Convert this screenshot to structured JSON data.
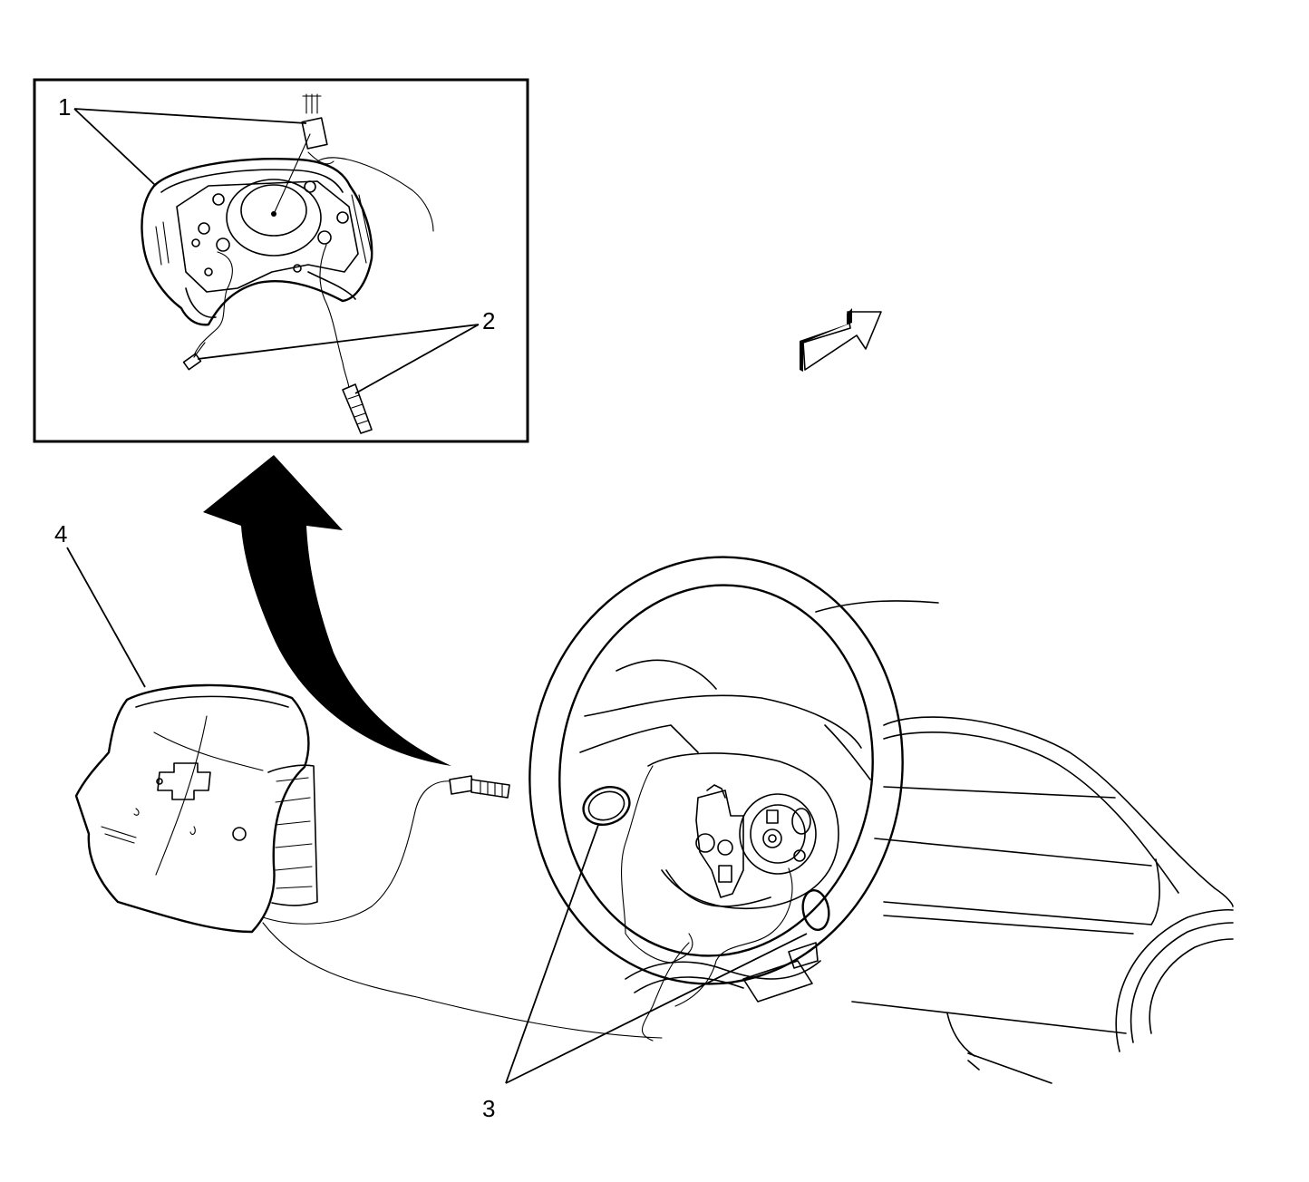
{
  "callouts": {
    "c1": "1",
    "c2": "2",
    "c3": "3",
    "c4": "4"
  },
  "colors": {
    "ink": "#000000",
    "background": "#ffffff"
  }
}
